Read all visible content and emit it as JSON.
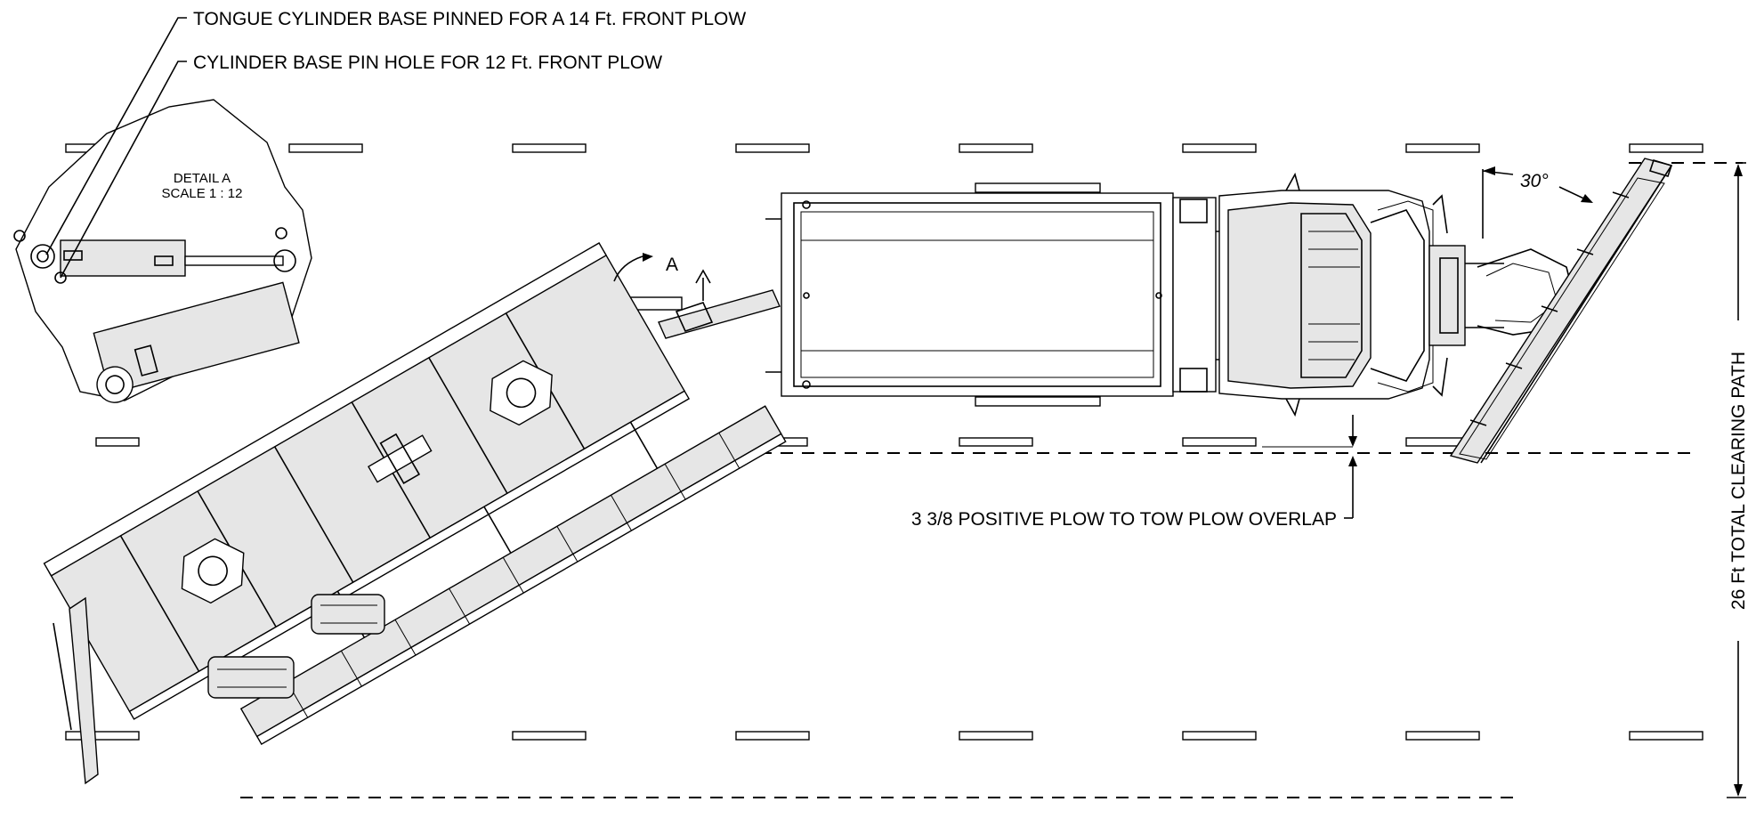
{
  "callouts": {
    "tongue_cylinder": "TONGUE CYLINDER BASE PINNED FOR A 14 Ft. FRONT PLOW",
    "cylinder_pin": "CYLINDER BASE PIN HOLE FOR 12 Ft. FRONT PLOW",
    "detail_title": "DETAIL  A",
    "detail_scale": "SCALE 1 : 12",
    "detail_marker": "A",
    "angle": "30°",
    "overlap": "3 3/8 POSITIVE PLOW TO TOW PLOW OVERLAP",
    "clearing_path": "26 Ft TOTAL CLEARING PATH"
  }
}
